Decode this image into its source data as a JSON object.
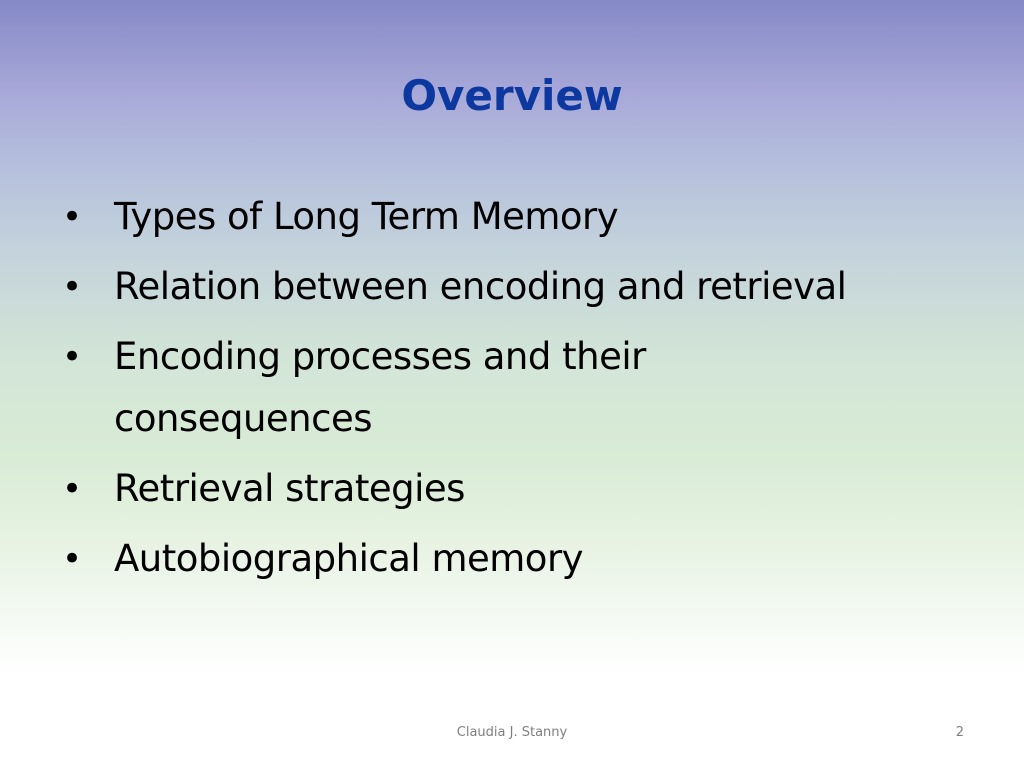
{
  "slide": {
    "title": "Overview",
    "bullets": [
      "Types of Long Term Memory",
      "Relation between encoding and retrieval",
      "Encoding processes and their consequences",
      "Retrieval strategies",
      "Autobiographical memory"
    ],
    "bullet_symbol": "•",
    "footer": {
      "author": "Claudia J. Stanny",
      "page_number": "2"
    },
    "colors": {
      "title": "#0d38a0",
      "body_text": "#000000",
      "footer_text": "#7f7f7f"
    }
  }
}
